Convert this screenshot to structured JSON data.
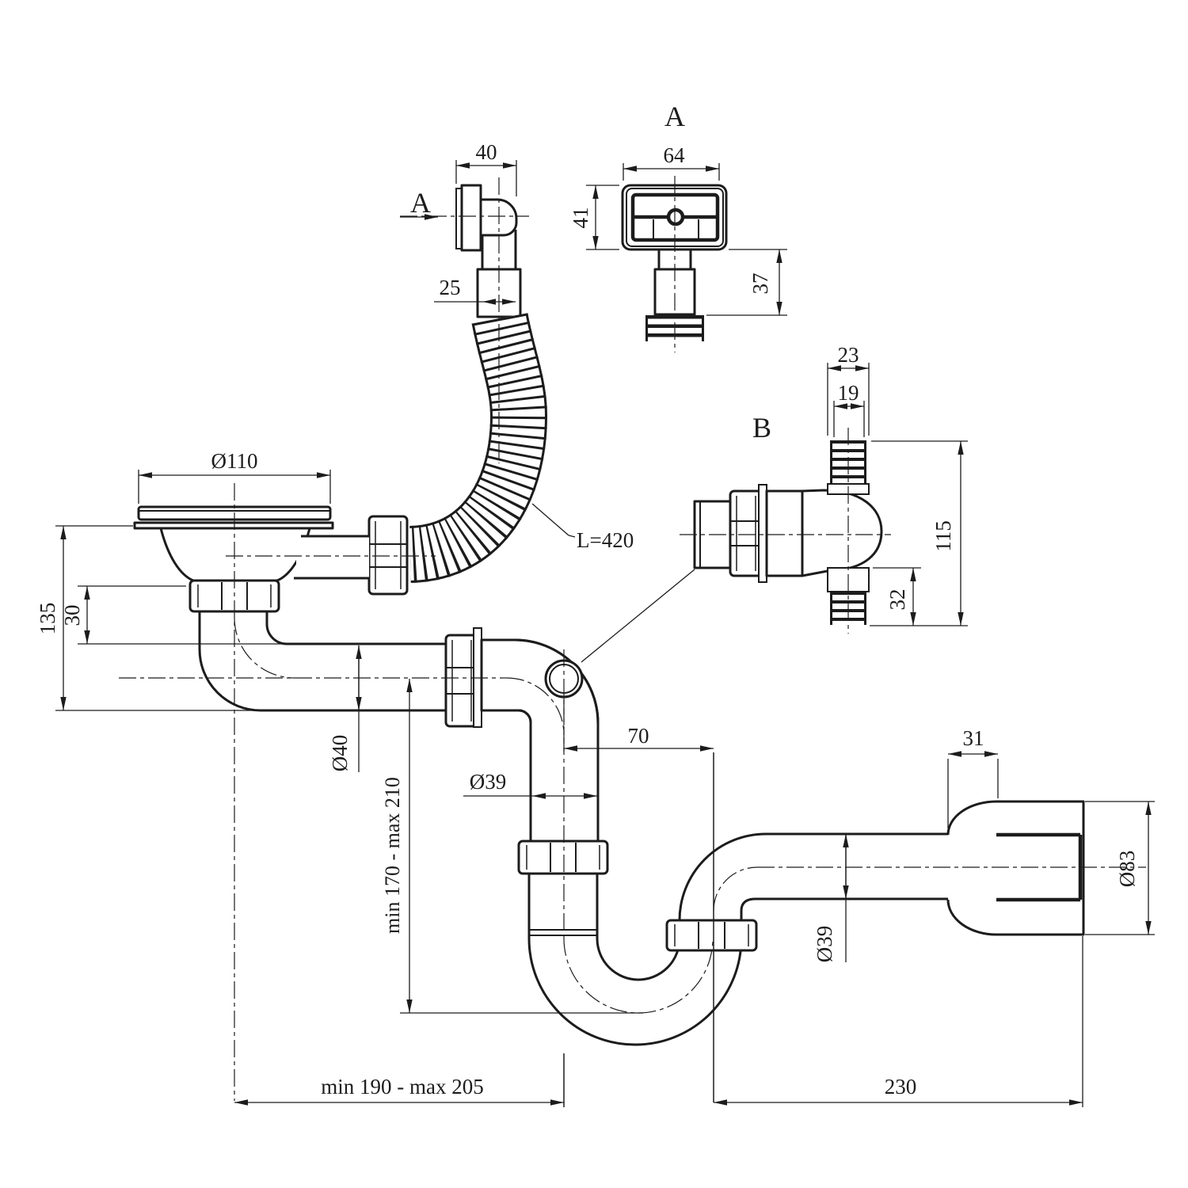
{
  "drawing": {
    "background": "#ffffff",
    "line_color": "#1c1c1c",
    "labels": {
      "dim_40": "40",
      "section_a": "A",
      "dim_25": "25",
      "dim_110": "Ø110",
      "dim_135": "135",
      "dim_30": "30",
      "hose_length": "L=420",
      "dim_o40": "Ø40",
      "dim_min170": "min 170 - max 210",
      "dim_o39_inlet": "Ø39",
      "dim_70": "70",
      "dim_min190": "min 190 - max 205",
      "dim_230": "230",
      "dim_o39_outlet": "Ø39",
      "dim_31": "31",
      "dim_o83": "Ø83"
    },
    "detail_a": {
      "title": "A",
      "dim_64": "64",
      "dim_41": "41",
      "dim_37": "37"
    },
    "detail_b": {
      "title": "B",
      "dim_23": "23",
      "dim_19": "19",
      "dim_115": "115",
      "dim_32": "32"
    }
  }
}
